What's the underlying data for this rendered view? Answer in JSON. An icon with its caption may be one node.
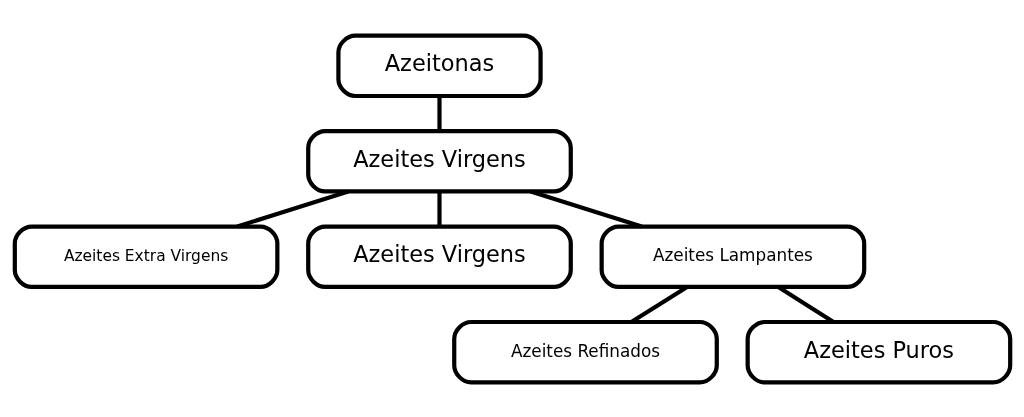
{
  "diagram": {
    "nodes": [
      {
        "text": [
          "Azeitonas"
        ]
      },
      {
        "text": [
          "Azeites Virgens"
        ]
      },
      {
        "text": [
          "Azeites Extra Virgens"
        ]
      },
      {
        "text": [
          "Azeites Virgens"
        ]
      },
      {
        "text": [
          "Azeites Lampantes"
        ]
      },
      {
        "text": [
          "Azeites Refinados"
        ]
      },
      {
        "text": [
          "Azeites Puros"
        ]
      }
    ],
    "edges": [
      {
        "from": 0,
        "to": 1,
        "arrow": "none"
      },
      {
        "from": 1,
        "to": 2,
        "arrow": "none"
      },
      {
        "from": 1,
        "to": 3,
        "arrow": "none"
      },
      {
        "from": 1,
        "to": 4,
        "arrow": "none"
      },
      {
        "from": 4,
        "to": 5,
        "arrow": "none"
      },
      {
        "from": 4,
        "to": 6,
        "arrow": "none"
      }
    ]
  }
}
